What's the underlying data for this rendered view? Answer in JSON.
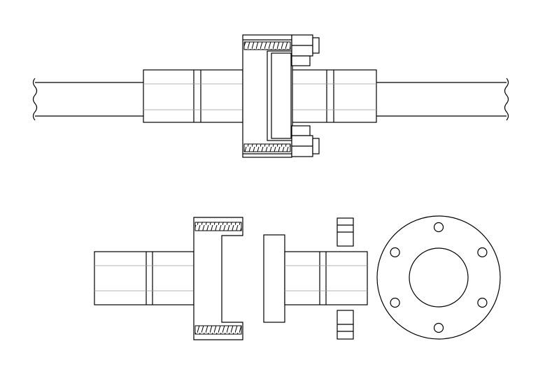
{
  "diagram": {
    "subject": "shaft-flange-coupling",
    "views": [
      {
        "id": "assembled-side-view"
      },
      {
        "id": "exploded-side-view"
      },
      {
        "id": "flange-end-view",
        "bolt_holes": 6
      }
    ],
    "colors": {
      "stroke": "#000000",
      "centerline": "#9a9a9a",
      "background": "#ffffff"
    }
  }
}
